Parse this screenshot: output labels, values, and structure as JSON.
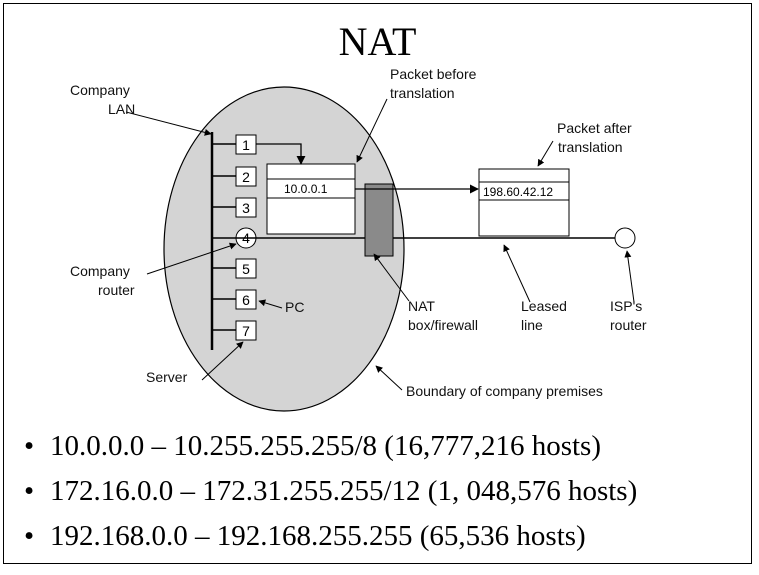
{
  "title": "NAT",
  "labels": {
    "company_lan": [
      "Company",
      "LAN"
    ],
    "packet_before": [
      "Packet before",
      "translation"
    ],
    "packet_after": [
      "Packet after",
      "translation"
    ],
    "company_router": [
      "Company",
      "router"
    ],
    "pc": "PC",
    "server": "Server",
    "nat_box": [
      "NAT",
      "box/firewall"
    ],
    "leased_line": [
      "Leased",
      "line"
    ],
    "isp_router": [
      "ISP's",
      "router"
    ],
    "boundary": "Boundary of company premises"
  },
  "packets": {
    "before_address": "10.0.0.1",
    "after_address": "198.60.42.12"
  },
  "nodes": [
    "1",
    "2",
    "3",
    "4",
    "5",
    "6",
    "7"
  ],
  "bullets": [
    "10.0.0.0 – 10.255.255.255/8 (16,777,216 hosts)",
    "172.16.0.0 – 172.31.255.255/12 (1, 048,576 hosts)",
    "192.168.0.0 – 192.168.255.255 (65,536 hosts)"
  ],
  "bullet_symbol": "•",
  "colors": {
    "premises_fill": "#d4d4d4",
    "nat_box_fill": "#8a8a8a"
  }
}
